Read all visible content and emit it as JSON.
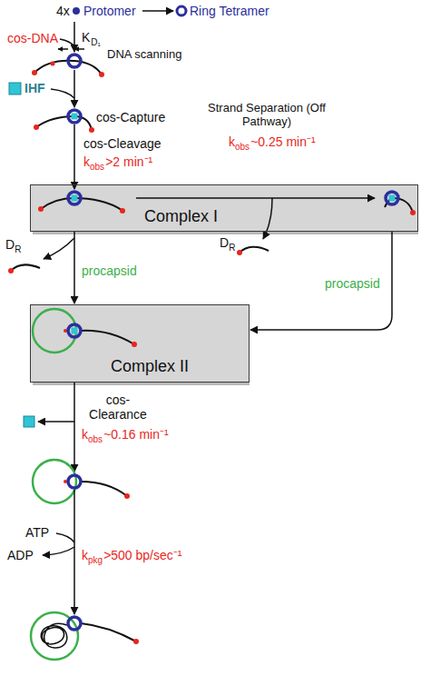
{
  "diagram": {
    "nodes": [
      {
        "text": [
          "Complex I"
        ]
      },
      {
        "text": [
          "Complex II"
        ]
      }
    ],
    "edges": [
      {
        "from": 0,
        "to": 1,
        "arrow": "to"
      },
      {
        "from": 0,
        "to": 1,
        "arrow": "to"
      }
    ],
    "labels": [
      "4x",
      "Protomer",
      "Ring Tetramer",
      "cos-DNA",
      "K",
      "D₁",
      "DNA scanning",
      "IHF",
      "cos-Capture",
      "Strand Separation (Off Pathway)",
      "k",
      "obs",
      "~0.25 min⁻¹",
      "cos-Cleavage",
      "k",
      "obs",
      ">2 min⁻¹",
      "D",
      "R",
      "D",
      "R",
      "procapsid",
      "procapsid",
      "cos- Clearance",
      "k",
      "obs",
      "~0.16 min⁻¹",
      "ATP",
      "ADP",
      "k",
      "pkg",
      ">500 bp/sec⁻¹"
    ]
  }
}
